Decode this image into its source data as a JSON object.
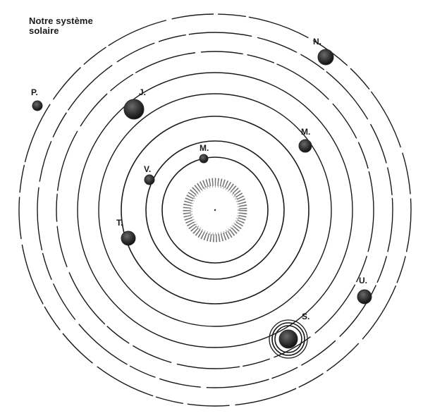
{
  "title": {
    "line1": "Notre système",
    "line2": "solaire"
  },
  "planets": [
    {
      "key": "mercury",
      "label": "M."
    },
    {
      "key": "venus",
      "label": "V."
    },
    {
      "key": "earth",
      "label": "T."
    },
    {
      "key": "mars",
      "label": "M."
    },
    {
      "key": "jupiter",
      "label": "J."
    },
    {
      "key": "saturn",
      "label": "S."
    },
    {
      "key": "uranus",
      "label": "U."
    },
    {
      "key": "neptune",
      "label": "N."
    },
    {
      "key": "pluto",
      "label": "P."
    }
  ],
  "colors": {
    "ink": "#1a1a1a",
    "planet": "#2a2a2a",
    "background": "#ffffff"
  }
}
